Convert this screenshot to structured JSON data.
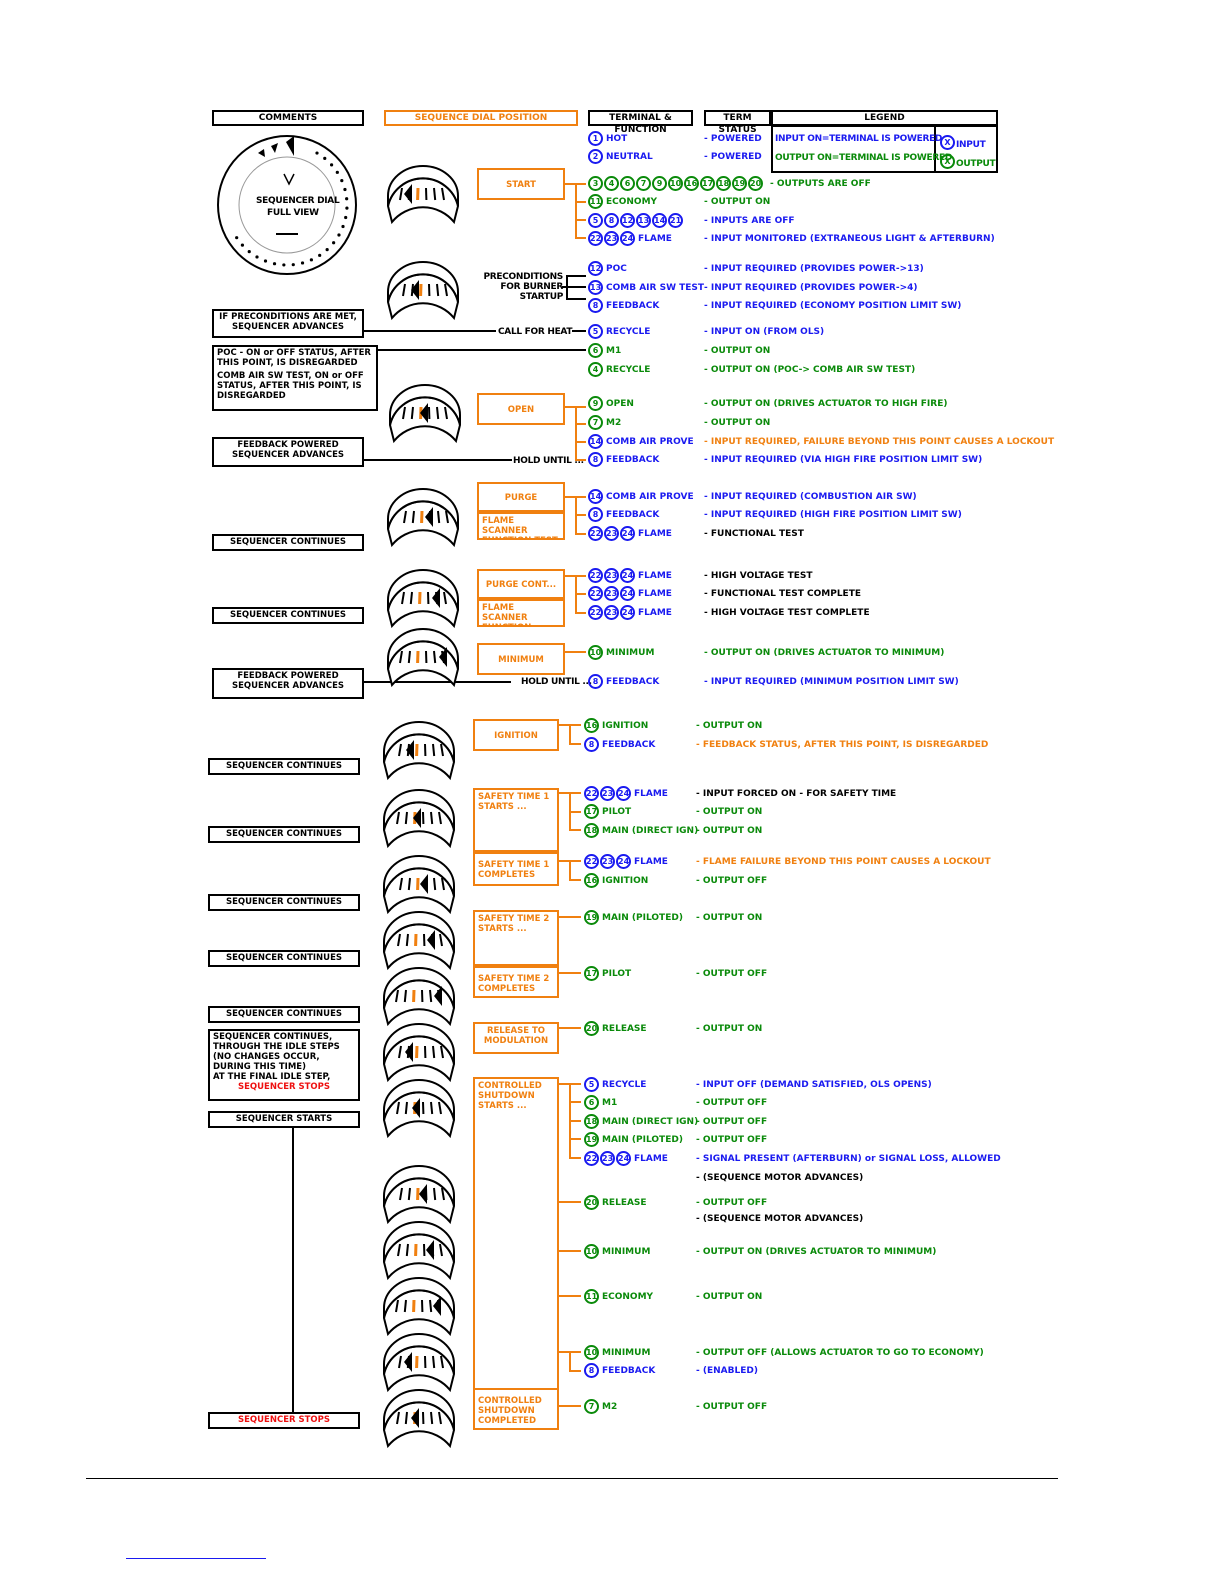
{
  "headers": {
    "comments": "COMMENTS",
    "dial_position": "SEQUENCE DIAL POSITION",
    "terminal_function": "TERMINAL & FUNCTION",
    "term_status": "TERM STATUS",
    "legend": "LEGEND"
  },
  "legend": {
    "input_on": "INPUT ON=TERMINAL IS POWERED",
    "output_on": "OUTPUT ON=TERMINAL IS POWERED",
    "x_input": "INPUT",
    "x_output": "OUTPUT",
    "x_glyph": "X"
  },
  "full_view": {
    "line1": "SEQUENCER DIAL",
    "line2": "FULL VIEW"
  },
  "comments": [
    {
      "text": "IF PRECONDITIONS ARE MET, SEQUENCER ADVANCES"
    },
    {
      "text": "POC - ON or OFF STATUS, AFTER THIS POINT, IS DISREGARDED"
    },
    {
      "text": "COMB AIR SW TEST, ON or OFF STATUS, AFTER THIS POINT, IS DISREGARDED"
    },
    {
      "text": "FEEDBACK POWERED SEQUENCER ADVANCES"
    },
    {
      "text": "SEQUENCER CONTINUES"
    },
    {
      "text": "SEQUENCER CONTINUES"
    },
    {
      "text": "FEEDBACK POWERED SEQUENCER ADVANCES"
    },
    {
      "text": "SEQUENCER CONTINUES"
    },
    {
      "text": "SEQUENCER CONTINUES"
    },
    {
      "text": "SEQUENCER CONTINUES"
    },
    {
      "text": "SEQUENCER CONTINUES"
    },
    {
      "text": "SEQUENCER CONTINUES"
    },
    {
      "text": "SEQUENCER CONTINUES, THROUGH THE IDLE STEPS (NO CHANGES OCCUR, DURING THIS TIME)"
    },
    {
      "text": "AT THE FINAL IDLE STEP,"
    },
    {
      "text": "SEQUENCER STOPS"
    },
    {
      "text": "SEQUENCER STARTS"
    },
    {
      "text": "SEQUENCER STOPS"
    }
  ],
  "phases": [
    {
      "text": "START"
    },
    {
      "text": "OPEN"
    },
    {
      "text": "PURGE"
    },
    {
      "text": "FLAME SCANNER FUNCTION TEST"
    },
    {
      "text": "PURGE CONT..."
    },
    {
      "text": "FLAME SCANNER FUNCTION TEST..."
    },
    {
      "text": "MINIMUM"
    },
    {
      "text": "IGNITION"
    },
    {
      "text": "SAFETY TIME 1 STARTS ..."
    },
    {
      "text": "SAFETY TIME 1 COMPLETES"
    },
    {
      "text": "SAFETY TIME 2 STARTS ..."
    },
    {
      "text": "SAFETY TIME 2 COMPLETES"
    },
    {
      "text": "RELEASE TO MODULATION"
    },
    {
      "text": "CONTROLLED SHUTDOWN STARTS ..."
    },
    {
      "text": "CONTROLLED SHUTDOWN COMPLETED"
    }
  ],
  "connectors": {
    "preconditions": "PRECONDITIONS FOR BURNER STARTUP",
    "call_for_heat": "CALL FOR HEAT",
    "hold_until_1": "HOLD UNTIL ...",
    "hold_until_2": "HOLD UNTIL ..."
  },
  "rows": [
    {
      "t": [
        "1"
      ],
      "c": "b",
      "f": "HOT",
      "s": "- POWERED",
      "sc": "blue"
    },
    {
      "t": [
        "2"
      ],
      "c": "b",
      "f": "NEUTRAL",
      "s": "- POWERED",
      "sc": "blue"
    },
    {
      "t": [
        "3",
        "4",
        "6",
        "7",
        "9",
        "10",
        "16",
        "17",
        "18",
        "19",
        "20"
      ],
      "c": "g",
      "f": "",
      "s": "- OUTPUTS ARE OFF",
      "sc": "green"
    },
    {
      "t": [
        "11"
      ],
      "c": "g",
      "f": "ECONOMY",
      "s": "- OUTPUT ON",
      "sc": "green"
    },
    {
      "t": [
        "5",
        "8",
        "12",
        "13",
        "14",
        "21"
      ],
      "c": "b",
      "f": "",
      "s": "- INPUTS ARE OFF",
      "sc": "blue"
    },
    {
      "t": [
        "22",
        "23",
        "24"
      ],
      "c": "b",
      "f": "FLAME",
      "s": "- INPUT MONITORED (EXTRANEOUS LIGHT & AFTERBURN)",
      "sc": "blue"
    },
    {
      "t": [
        "12"
      ],
      "c": "b",
      "f": "POC",
      "s": "- INPUT REQUIRED (PROVIDES POWER->13)",
      "sc": "blue"
    },
    {
      "t": [
        "13"
      ],
      "c": "b",
      "f": "COMB AIR SW TEST",
      "s": "- INPUT REQUIRED (PROVIDES POWER->4)",
      "sc": "blue"
    },
    {
      "t": [
        "8"
      ],
      "c": "b",
      "f": "FEEDBACK",
      "s": "- INPUT REQUIRED (ECONOMY POSITION LIMIT SW)",
      "sc": "blue"
    },
    {
      "t": [
        "5"
      ],
      "c": "b",
      "f": "RECYCLE",
      "s": "- INPUT ON (FROM OLS)",
      "sc": "blue"
    },
    {
      "t": [
        "6"
      ],
      "c": "g",
      "f": "M1",
      "s": "- OUTPUT ON",
      "sc": "green"
    },
    {
      "t": [
        "4"
      ],
      "c": "g",
      "f": "RECYCLE",
      "s": "- OUTPUT ON (POC-> COMB AIR SW TEST)",
      "sc": "green"
    },
    {
      "t": [
        "9"
      ],
      "c": "g",
      "f": "OPEN",
      "s": "- OUTPUT ON (DRIVES ACTUATOR TO HIGH FIRE)",
      "sc": "green"
    },
    {
      "t": [
        "7"
      ],
      "c": "g",
      "f": "M2",
      "s": "- OUTPUT ON",
      "sc": "green"
    },
    {
      "t": [
        "14"
      ],
      "c": "b",
      "f": "COMB AIR PROVE",
      "s": "- INPUT REQUIRED, FAILURE BEYOND THIS POINT CAUSES A LOCKOUT",
      "sc": "orange"
    },
    {
      "t": [
        "8"
      ],
      "c": "b",
      "f": "FEEDBACK",
      "s": "- INPUT REQUIRED (VIA HIGH FIRE POSITION LIMIT SW)",
      "sc": "blue"
    },
    {
      "t": [
        "14"
      ],
      "c": "b",
      "f": "COMB AIR PROVE",
      "s": "- INPUT REQUIRED (COMBUSTION AIR SW)",
      "sc": "blue"
    },
    {
      "t": [
        "8"
      ],
      "c": "b",
      "f": "FEEDBACK",
      "s": "- INPUT REQUIRED (HIGH FIRE POSITION LIMIT SW)",
      "sc": "blue"
    },
    {
      "t": [
        "22",
        "23",
        "24"
      ],
      "c": "b",
      "f": "FLAME",
      "s": "- FUNCTIONAL TEST",
      "sc": "black"
    },
    {
      "t": [
        "22",
        "23",
        "24"
      ],
      "c": "b",
      "f": "FLAME",
      "s": "- HIGH VOLTAGE TEST",
      "sc": "black"
    },
    {
      "t": [
        "22",
        "23",
        "24"
      ],
      "c": "b",
      "f": "FLAME",
      "s": "- FUNCTIONAL TEST COMPLETE",
      "sc": "black"
    },
    {
      "t": [
        "22",
        "23",
        "24"
      ],
      "c": "b",
      "f": "FLAME",
      "s": "- HIGH VOLTAGE TEST COMPLETE",
      "sc": "black"
    },
    {
      "t": [
        "10"
      ],
      "c": "g",
      "f": "MINIMUM",
      "s": "- OUTPUT ON (DRIVES ACTUATOR TO MINIMUM)",
      "sc": "green"
    },
    {
      "t": [
        "8"
      ],
      "c": "b",
      "f": "FEEDBACK",
      "s": "- INPUT REQUIRED (MINIMUM POSITION LIMIT SW)",
      "sc": "blue"
    },
    {
      "t": [
        "16"
      ],
      "c": "g",
      "f": "IGNITION",
      "s": "- OUTPUT ON",
      "sc": "green"
    },
    {
      "t": [
        "8"
      ],
      "c": "b",
      "f": "FEEDBACK",
      "s": "- FEEDBACK STATUS, AFTER THIS POINT, IS DISREGARDED",
      "sc": "orange"
    },
    {
      "t": [
        "22",
        "23",
        "24"
      ],
      "c": "b",
      "f": "FLAME",
      "s": "- INPUT FORCED ON - FOR SAFETY TIME",
      "sc": "black"
    },
    {
      "t": [
        "17"
      ],
      "c": "g",
      "f": "PILOT",
      "s": "- OUTPUT ON",
      "sc": "green"
    },
    {
      "t": [
        "18"
      ],
      "c": "g",
      "f": "MAIN (DIRECT IGN)",
      "s": "- OUTPUT ON",
      "sc": "green"
    },
    {
      "t": [
        "22",
        "23",
        "24"
      ],
      "c": "b",
      "f": "FLAME",
      "s": "- FLAME FAILURE BEYOND THIS POINT CAUSES A LOCKOUT",
      "sc": "orange"
    },
    {
      "t": [
        "16"
      ],
      "c": "g",
      "f": "IGNITION",
      "s": "- OUTPUT OFF",
      "sc": "green"
    },
    {
      "t": [
        "19"
      ],
      "c": "g",
      "f": "MAIN (PILOTED)",
      "s": "- OUTPUT ON",
      "sc": "green"
    },
    {
      "t": [
        "17"
      ],
      "c": "g",
      "f": "PILOT",
      "s": "- OUTPUT OFF",
      "sc": "green"
    },
    {
      "t": [
        "20"
      ],
      "c": "g",
      "f": "RELEASE",
      "s": "- OUTPUT ON",
      "sc": "green"
    },
    {
      "t": [
        "5"
      ],
      "c": "b",
      "f": "RECYCLE",
      "s": "- INPUT OFF (DEMAND SATISFIED, OLS OPENS)",
      "sc": "blue"
    },
    {
      "t": [
        "6"
      ],
      "c": "g",
      "f": "M1",
      "s": "- OUTPUT OFF",
      "sc": "green"
    },
    {
      "t": [
        "18"
      ],
      "c": "g",
      "f": "MAIN (DIRECT IGN)",
      "s": "- OUTPUT OFF",
      "sc": "green"
    },
    {
      "t": [
        "19"
      ],
      "c": "g",
      "f": "MAIN (PILOTED)",
      "s": "- OUTPUT OFF",
      "sc": "green"
    },
    {
      "t": [
        "22",
        "23",
        "24"
      ],
      "c": "b",
      "f": "FLAME",
      "s": "- SIGNAL PRESENT (AFTERBURN) or SIGNAL LOSS, ALLOWED",
      "sc": "blue"
    },
    {
      "t": [],
      "c": "b",
      "f": "",
      "s": "- (SEQUENCE MOTOR ADVANCES)",
      "sc": "black"
    },
    {
      "t": [
        "20"
      ],
      "c": "g",
      "f": "RELEASE",
      "s": "- OUTPUT OFF",
      "sc": "green"
    },
    {
      "t": [],
      "c": "b",
      "f": "",
      "s": "- (SEQUENCE MOTOR ADVANCES)",
      "sc": "black"
    },
    {
      "t": [
        "10"
      ],
      "c": "g",
      "f": "MINIMUM",
      "s": "- OUTPUT ON (DRIVES ACTUATOR TO MINIMUM)",
      "sc": "green"
    },
    {
      "t": [
        "11"
      ],
      "c": "g",
      "f": "ECONOMY",
      "s": "- OUTPUT ON",
      "sc": "green"
    },
    {
      "t": [
        "10"
      ],
      "c": "g",
      "f": "MINIMUM",
      "s": "- OUTPUT OFF (ALLOWS ACTUATOR TO GO TO ECONOMY)",
      "sc": "green"
    },
    {
      "t": [
        "8"
      ],
      "c": "b",
      "f": "FEEDBACK",
      "s": "- (ENABLED)",
      "sc": "blue"
    },
    {
      "t": [
        "7"
      ],
      "c": "g",
      "f": "M2",
      "s": "- OUTPUT OFF",
      "sc": "green"
    }
  ]
}
